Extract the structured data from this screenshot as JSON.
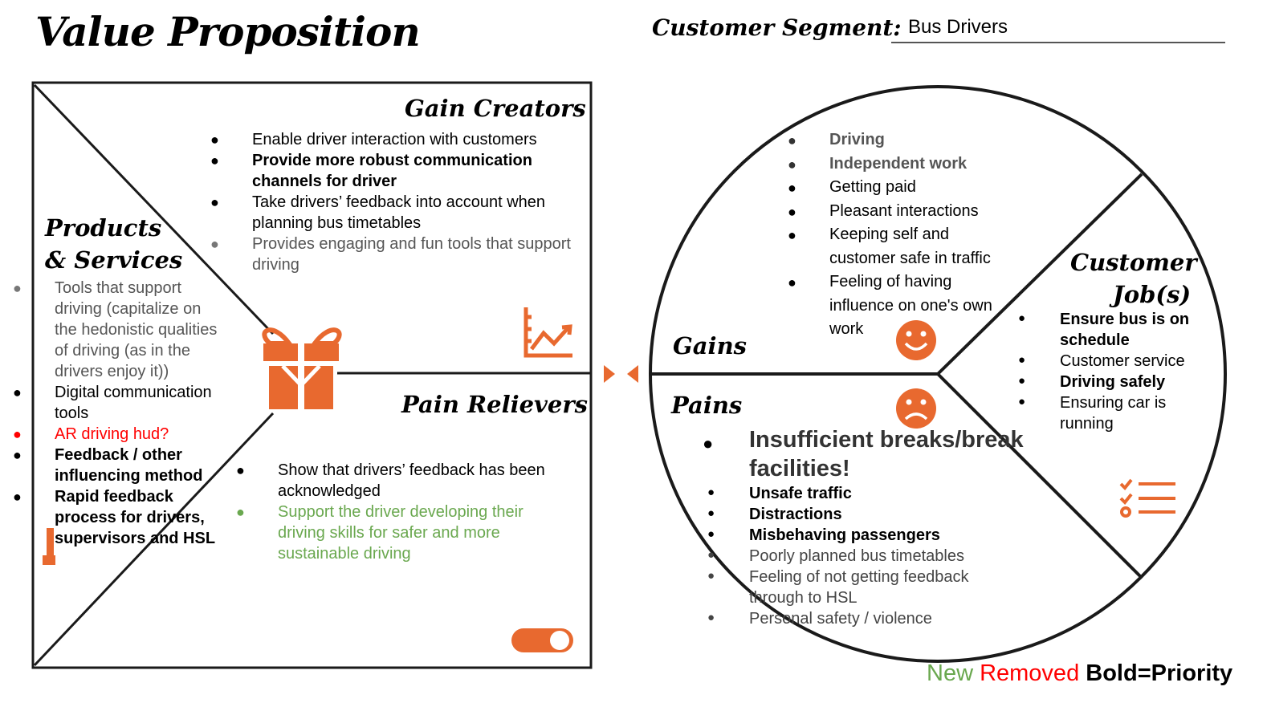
{
  "header": {
    "title": "Value Proposition",
    "segment_label": "Customer Segment:",
    "segment_value": "Bus Drivers"
  },
  "sections": {
    "gain_creators": "Gain Creators",
    "products_services_1": "Products",
    "products_services_2": "& Services",
    "pain_relievers": "Pain Relievers",
    "gains": "Gains",
    "pains": "Pains",
    "customer_jobs_1": "Customer",
    "customer_jobs_2": "Job(s)"
  },
  "gain_creators": [
    {
      "text": "Enable driver interaction with customers",
      "style": "normal"
    },
    {
      "text": "Provide more robust communication channels for driver",
      "style": "bold"
    },
    {
      "text": "Take drivers’ feedback into account when planning bus timetables",
      "style": "normal"
    },
    {
      "text": "Provides engaging and fun tools that support driving",
      "style": "gray"
    }
  ],
  "products_services": [
    {
      "text": "Tools that support driving (capitalize on the hedonistic qualities of driving (as in the drivers enjoy it))",
      "style": "gray"
    },
    {
      "text": "Digital communication tools",
      "style": "normal"
    },
    {
      "text": "AR driving hud?",
      "style": "red"
    },
    {
      "text": "Feedback / other influencing method",
      "style": "bold"
    },
    {
      "text": "Rapid feedback process for drivers, supervisors and HSL",
      "style": "bold"
    }
  ],
  "pain_relievers": [
    {
      "text": "Show that drivers’ feedback has been acknowledged",
      "style": "normal"
    },
    {
      "text": "Support the driver developing their driving skills for safer and more sustainable driving",
      "style": "green"
    }
  ],
  "gains": [
    {
      "text": "Driving",
      "style": "boldgray"
    },
    {
      "text": "Independent work",
      "style": "boldgray"
    },
    {
      "text": "Getting paid",
      "style": "normal"
    },
    {
      "text": "Pleasant interactions",
      "style": "normal"
    },
    {
      "text": "Keeping self and customer safe in traffic",
      "style": "normal"
    },
    {
      "text": "Feeling of having influence on one's own work",
      "style": "normal"
    }
  ],
  "pains_top": "Insufficient breaks/break facilities!",
  "pains": [
    {
      "text": "Unsafe traffic",
      "style": "bold"
    },
    {
      "text": "Distractions",
      "style": "bold"
    },
    {
      "text": "Misbehaving passengers",
      "style": "bold"
    },
    {
      "text": "Poorly planned bus timetables",
      "style": "dgray"
    },
    {
      "text": "Feeling of not getting feedback through to HSL",
      "style": "dgray"
    },
    {
      "text": "Personal safety / violence",
      "style": "dgray"
    }
  ],
  "customer_jobs": [
    {
      "text": "Ensure bus is on schedule",
      "style": "bold"
    },
    {
      "text": "Customer service",
      "style": "normal"
    },
    {
      "text": "Driving safely",
      "style": "bold"
    },
    {
      "text": "Ensuring car is running",
      "style": "normal"
    }
  ],
  "legend": {
    "new": "New",
    "removed": "Removed",
    "bold": "Bold=Priority"
  },
  "colors": {
    "accent": "#e8692f",
    "new": "#6aa84f",
    "removed": "#ff0000"
  },
  "icons": [
    "gift-icon",
    "growth-chart-icon",
    "toggle-icon",
    "smiley-icon",
    "sad-face-icon",
    "checklist-icon",
    "bandage-icon"
  ]
}
